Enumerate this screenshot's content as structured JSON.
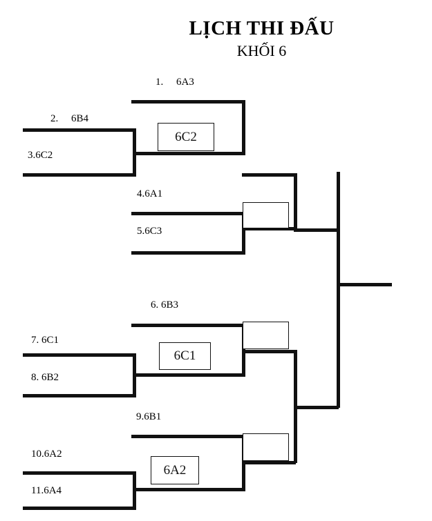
{
  "title": {
    "main": "LỊCH THI ĐẤU",
    "sub": "KHỐI 6"
  },
  "bracket": {
    "type": "single-elimination",
    "grade": "KHỐI 6",
    "seeds": [
      {
        "id": "seed-1",
        "label": "1.  6A3",
        "number": "1",
        "team": "6A3"
      },
      {
        "id": "seed-2",
        "label": "2.  6B4",
        "number": "2",
        "team": "6B4"
      },
      {
        "id": "seed-3",
        "label": "3.6C2",
        "number": "3",
        "team": "6C2"
      },
      {
        "id": "seed-4",
        "label": "4.6A1",
        "number": "4",
        "team": "6A1"
      },
      {
        "id": "seed-5",
        "label": "5.6C3",
        "number": "5",
        "team": "6C3"
      },
      {
        "id": "seed-6",
        "label": "6. 6B3",
        "number": "6",
        "team": "6B3"
      },
      {
        "id": "seed-7",
        "label": "7. 6C1",
        "number": "7",
        "team": "6C1"
      },
      {
        "id": "seed-8",
        "label": "8. 6B2",
        "number": "8",
        "team": "6B2"
      },
      {
        "id": "seed-9",
        "label": "9.6B1",
        "number": "9",
        "team": "6B1"
      },
      {
        "id": "seed-10",
        "label": "10.6A2",
        "number": "10",
        "team": "6A2"
      },
      {
        "id": "seed-11",
        "label": "11.6A4",
        "number": "11",
        "team": "6A4"
      }
    ],
    "results": [
      {
        "id": "result-r2-top",
        "winner": "6C2",
        "filled": true
      },
      {
        "id": "result-r2-upper-mid",
        "winner": "",
        "filled": false
      },
      {
        "id": "result-r2-lower-mid",
        "winner": "6C1",
        "filled": true
      },
      {
        "id": "result-r2-bottom",
        "winner": "6A2",
        "filled": true
      },
      {
        "id": "result-r3-upper",
        "winner": "",
        "filled": false
      },
      {
        "id": "result-r3-lower",
        "winner": "",
        "filled": false
      }
    ]
  }
}
